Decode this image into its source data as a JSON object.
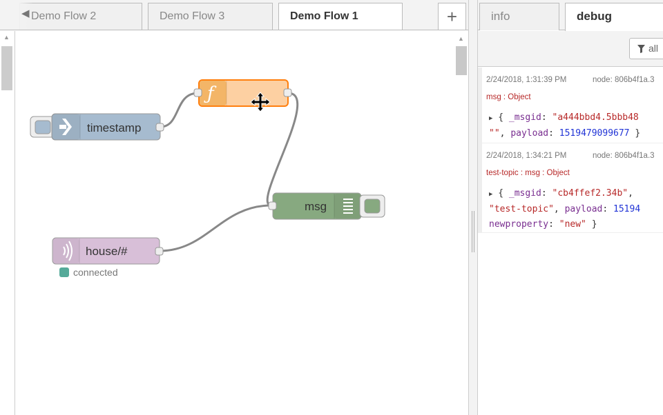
{
  "workspace": {
    "tabs": [
      {
        "label": "Demo Flow 2"
      },
      {
        "label": "Demo Flow 3"
      },
      {
        "label": "Demo Flow 1"
      }
    ],
    "add_tab_label": "+",
    "nodes": {
      "timestamp": {
        "label": "timestamp",
        "color": "#a6bbcf"
      },
      "function": {
        "label": "",
        "color": "#fdd0a2"
      },
      "msg": {
        "label": "msg",
        "color": "#87a980"
      },
      "mqtt": {
        "label": "house/#",
        "color": "#d8bfd8",
        "status": "connected",
        "status_color": "#5a9"
      }
    }
  },
  "sidebar": {
    "tabs": [
      {
        "label": "info"
      },
      {
        "label": "debug"
      }
    ],
    "filter_label": "all",
    "messages": [
      {
        "timestamp": "2/24/2018, 1:31:39 PM",
        "node": "node: 806b4f1a.3",
        "topic": "msg : Object",
        "line1_key": "_msgid",
        "line1_val": "\"a444bbd4.5bbb48",
        "line2_str": "\"\"",
        "line2_key": "payload",
        "line2_val": "1519479099677",
        "line2_tail": "}"
      },
      {
        "timestamp": "2/24/2018, 1:34:21 PM",
        "node": "node: 806b4f1a.3",
        "topic": "test-topic : msg : Object",
        "line1_key": "_msgid",
        "line1_val": "\"cb4ffef2.34b\"",
        "line2_str": "\"test-topic\"",
        "line2_key": "payload",
        "line2_val": "15194",
        "line3_key": "newproperty",
        "line3_val": "\"new\"",
        "line3_tail": "}"
      }
    ]
  }
}
